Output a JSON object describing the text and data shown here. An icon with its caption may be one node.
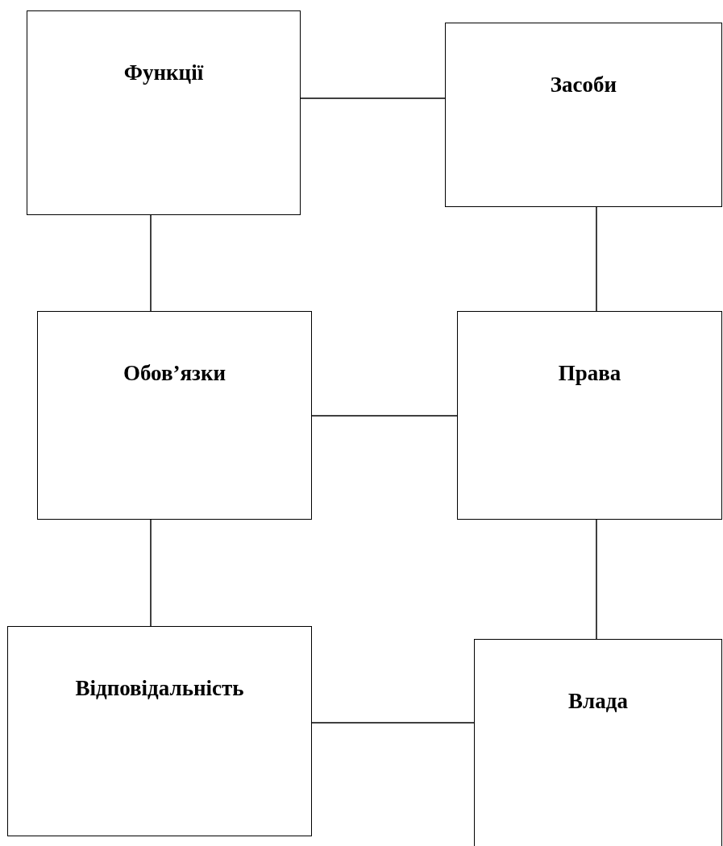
{
  "diagram": {
    "nodes": [
      {
        "text": [
          "Функції"
        ]
      },
      {
        "text": [
          "Засоби"
        ]
      },
      {
        "text": [
          "Обов’язки"
        ]
      },
      {
        "text": [
          "Права"
        ]
      },
      {
        "text": [
          "Відповідальність"
        ]
      },
      {
        "text": [
          "Влада"
        ]
      }
    ],
    "edges": [
      {
        "from": 0,
        "to": 1,
        "arrow": "none"
      },
      {
        "from": 0,
        "to": 2,
        "arrow": "none"
      },
      {
        "from": 1,
        "to": 3,
        "arrow": "none"
      },
      {
        "from": 2,
        "to": 3,
        "arrow": "none"
      },
      {
        "from": 2,
        "to": 4,
        "arrow": "none"
      },
      {
        "from": 3,
        "to": 5,
        "arrow": "none"
      },
      {
        "from": 4,
        "to": 5,
        "arrow": "none"
      }
    ]
  }
}
